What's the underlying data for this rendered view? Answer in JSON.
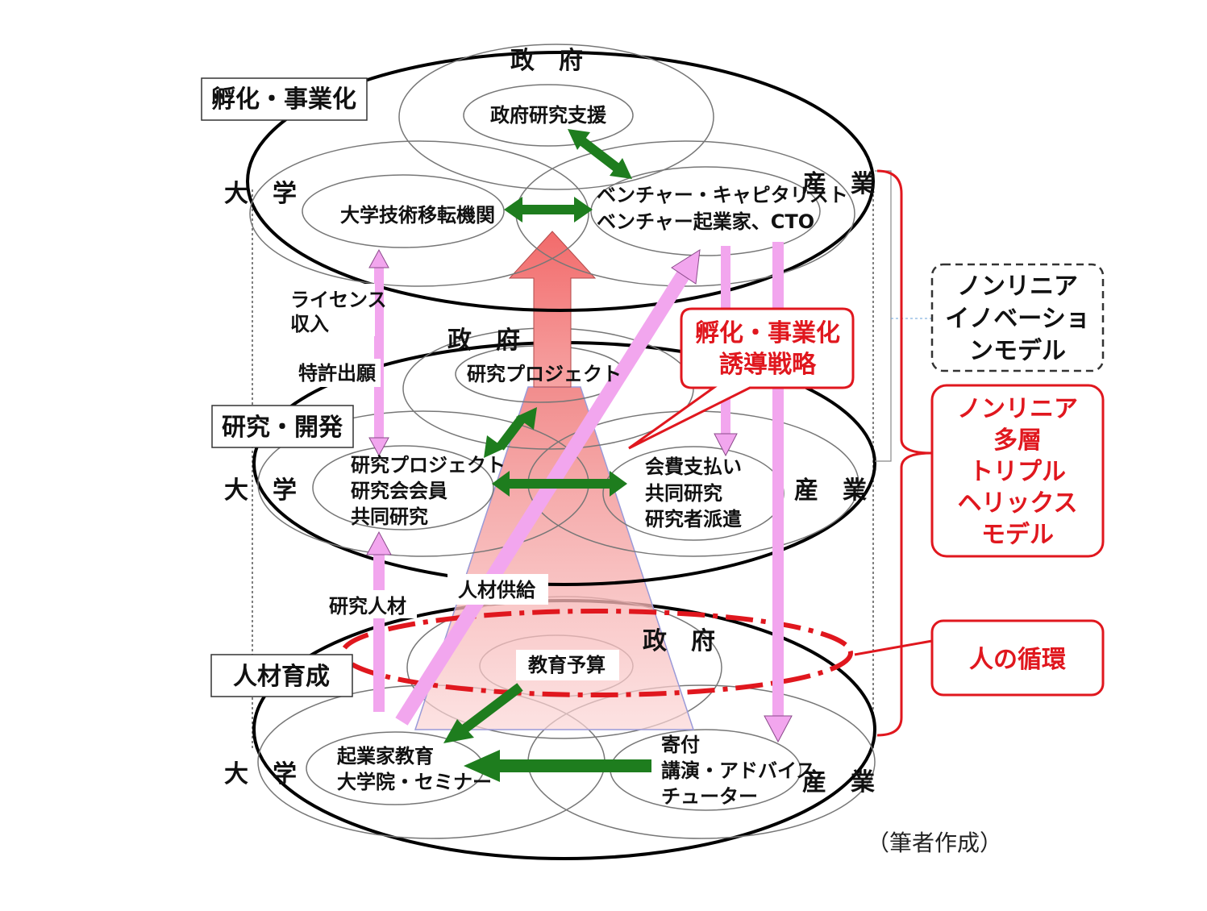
{
  "layers": {
    "top": {
      "tag": "孵化・事業化",
      "gov": "政　府",
      "univ": "大　学",
      "ind": "産　業",
      "gov_node": "政府研究支援",
      "univ_node": "大学技術移転機関",
      "ind_node": [
        "ベンチャー・キャピタリスト",
        "ベンチャー起業家、CTO"
      ]
    },
    "middle": {
      "tag": "研究・開発",
      "gov": "政　府",
      "univ": "大　学",
      "ind": "産　業",
      "gov_node": "研究プロジェクト",
      "univ_node": [
        "研究プロジェクト",
        "研究会会員",
        "共同研究"
      ],
      "ind_node": [
        "会費支払い",
        "共同研究",
        "研究者派遣"
      ]
    },
    "bottom": {
      "tag": "人材育成",
      "gov": "政　府",
      "univ": "大　学",
      "ind": "産　業",
      "gov_node": "教育予算",
      "univ_node": [
        "起業家教育",
        "大学院・セミナー"
      ],
      "ind_node": [
        "寄付",
        "講演・アドバイス",
        "チューター"
      ]
    }
  },
  "flows": {
    "license": [
      "ライセンス",
      "収入"
    ],
    "patent": "特許出願",
    "research_staff": "研究人材",
    "talent_supply": "人材供給"
  },
  "callouts": {
    "strategy": [
      "孵化・事業化",
      "誘導戦略"
    ],
    "nonlinear_innovation": [
      "ノンリニア",
      "イノベーショ",
      "ンモデル"
    ],
    "triple_helix": [
      "ノンリニア",
      "多層",
      "トリプル",
      "ヘリックス",
      "モデル"
    ],
    "circulation": "人の循環"
  },
  "note": "（筆者作成）",
  "colors": {
    "green_arrow": "#1e7d1e",
    "pink_arrow": "#f2a6ee",
    "red_accent": "#e0171e",
    "cone": "#f7b8b8"
  }
}
